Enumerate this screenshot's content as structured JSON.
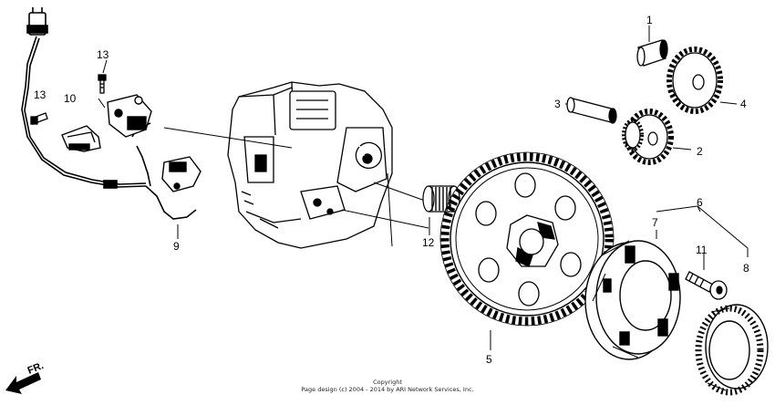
{
  "diagram": {
    "callouts": [
      "1",
      "2",
      "3",
      "4",
      "5",
      "6",
      "7",
      "8",
      "9",
      "10",
      "11",
      "12",
      "13",
      "13"
    ],
    "front_label": "FR.",
    "copyright_title": "Copyright",
    "copyright_text": "Page design (c) 2004 - 2014 by ARI Network Services, Inc."
  }
}
